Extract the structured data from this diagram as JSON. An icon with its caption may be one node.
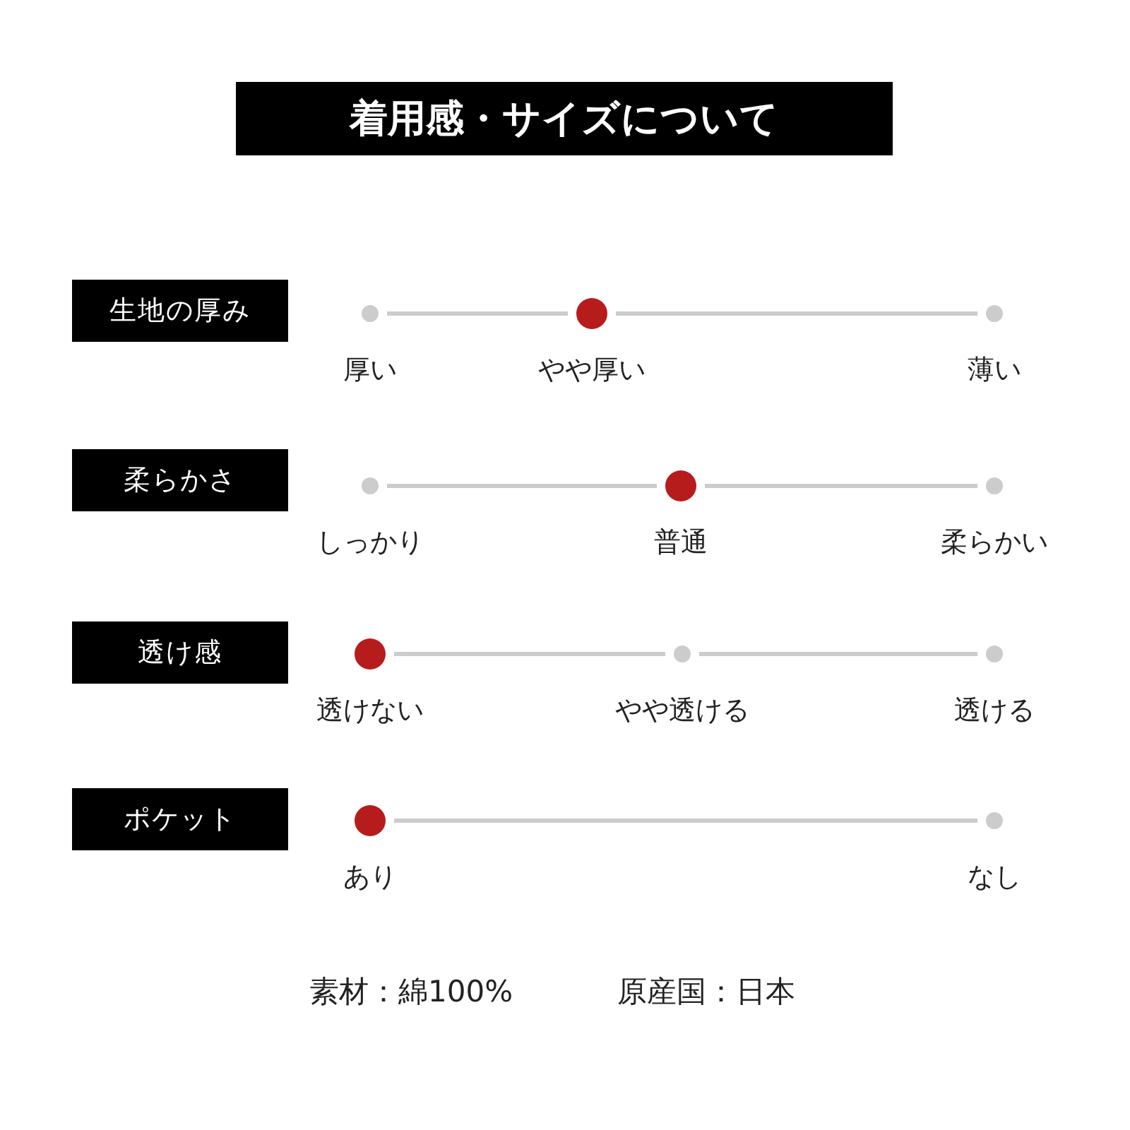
{
  "diagram": {
    "title": "着用感・サイズについて",
    "nodes": [
      {
        "text": [
          "生地の厚み"
        ]
      },
      {
        "text": [],
        "shape": "circle",
        "beside": [
          "厚い"
        ]
      },
      {
        "text": [],
        "shape": "circle",
        "beside": [
          "やや厚い"
        ]
      },
      {
        "text": [],
        "shape": "circle",
        "beside": [
          "薄い"
        ]
      },
      {
        "text": [
          "柔らかさ"
        ]
      },
      {
        "text": [],
        "shape": "circle",
        "beside": [
          "しっかり"
        ]
      },
      {
        "text": [],
        "shape": "circle",
        "beside": [
          "普通"
        ]
      },
      {
        "text": [],
        "shape": "circle",
        "beside": [
          "柔らかい"
        ]
      },
      {
        "text": [
          "透け感"
        ]
      },
      {
        "text": [],
        "shape": "circle",
        "beside": [
          "透けない"
        ]
      },
      {
        "text": [],
        "shape": "circle",
        "beside": [
          "やや透ける"
        ]
      },
      {
        "text": [],
        "shape": "circle",
        "beside": [
          "透ける"
        ]
      },
      {
        "text": [
          "ポケット"
        ]
      },
      {
        "text": [],
        "shape": "circle",
        "beside": [
          "あり"
        ]
      },
      {
        "text": [],
        "shape": "circle",
        "beside": [
          "なし"
        ]
      }
    ],
    "edges": [
      {
        "from": 1,
        "to": 2,
        "arrow": "none"
      },
      {
        "from": 2,
        "to": 3,
        "arrow": "none"
      },
      {
        "from": 5,
        "to": 6,
        "arrow": "none"
      },
      {
        "from": 6,
        "to": 7,
        "arrow": "none"
      },
      {
        "from": 9,
        "to": 10,
        "arrow": "none"
      },
      {
        "from": 10,
        "to": 11,
        "arrow": "none"
      },
      {
        "from": 13,
        "to": 14,
        "arrow": "none"
      }
    ],
    "labels": [
      "素材：綿100%",
      "原産国：日本"
    ]
  }
}
